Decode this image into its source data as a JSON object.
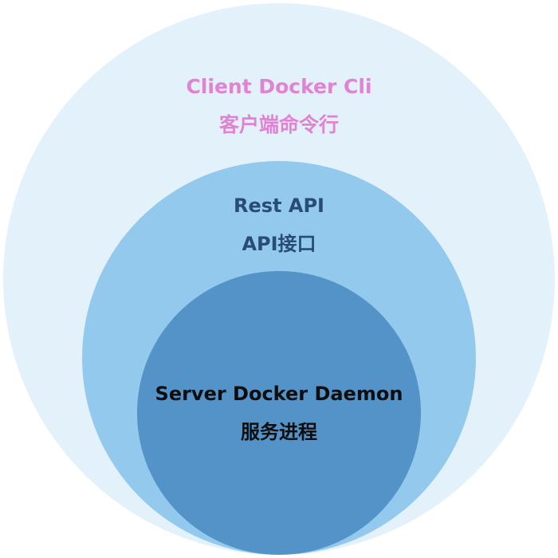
{
  "layers": {
    "client": {
      "title": "Client Docker Cli",
      "subtitle": "客户端命令行",
      "fill": "#e3f1fa",
      "text_color": "#e083d2"
    },
    "api": {
      "title": "Rest API",
      "subtitle": "API接口",
      "fill": "#92c9ec",
      "text_color": "#294c76"
    },
    "server": {
      "title": "Server Docker Daemon",
      "subtitle": "服务进程",
      "fill": "#5393c8",
      "text_color": "#0d0d0d"
    }
  }
}
